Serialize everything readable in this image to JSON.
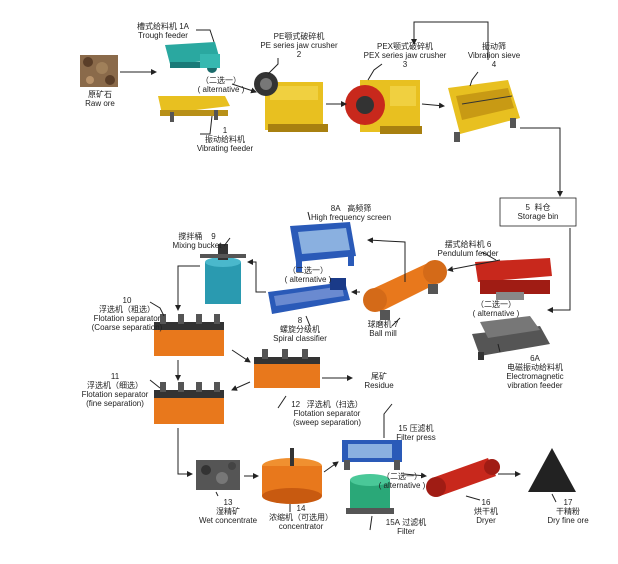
{
  "nodes": {
    "raw_ore": {
      "zh": "原矿石",
      "en": "Raw ore"
    },
    "trough_feeder": {
      "num": "1A",
      "zh": "槽式给料机",
      "en": "Trough feeder"
    },
    "alt1": {
      "text": "（二选一）",
      "en": "( alternative )"
    },
    "vibrating_feeder": {
      "num": "1",
      "zh": "振动给料机",
      "en": "Vibrating feeder"
    },
    "pe_crusher": {
      "num": "2",
      "zh": "PE颚式破碎机",
      "en": "PE series jaw crusher"
    },
    "pex_crusher": {
      "num": "3",
      "zh": "PEX颚式破碎机",
      "en": "PEX series jaw crusher"
    },
    "vibration_sieve": {
      "num": "4",
      "zh": "振动筛",
      "en": "Vibration sieve"
    },
    "storage_bin": {
      "num": "5",
      "zh": "料仓",
      "en": "Storage bin"
    },
    "pendulum_feeder": {
      "num": "6",
      "zh": "摆式给料机",
      "en": "Pendulum feeder"
    },
    "alt2": {
      "text": "（二选一）",
      "en": "( alternative )"
    },
    "em_feeder": {
      "num": "6A",
      "zh": "电磁振动给料机",
      "en1": "Electromagnetic",
      "en2": "vibration feeder"
    },
    "ball_mill": {
      "num": "7",
      "zh": "球磨机",
      "en": "Ball mill"
    },
    "hf_screen": {
      "num": "8A",
      "zh": "高频筛",
      "en": "High frequency screen"
    },
    "alt3": {
      "text": "（二选一）",
      "en": "( alternative )"
    },
    "spiral_classifier": {
      "num": "8",
      "zh": "螺旋分级机",
      "en": "Spiral classifier"
    },
    "mixing_bucket": {
      "num": "9",
      "zh": "搅拌桶",
      "en": "Mixing bucket"
    },
    "flot_coarse": {
      "num": "10",
      "zh": "浮选机（粗选）",
      "en1": "Flotation separator",
      "en2": "(Coarse separation)"
    },
    "flot_fine": {
      "num": "11",
      "zh": "浮选机（细选）",
      "en1": "Flotation separator",
      "en2": "(fine separation)"
    },
    "flot_sweep": {
      "num": "12",
      "zh": "浮选机（扫选）",
      "en1": "Flotation separator",
      "en2": "(sweep separation)"
    },
    "residue": {
      "zh": "尾矿",
      "en": "Residue"
    },
    "wet_concentrate": {
      "num": "13",
      "zh": "湿精矿",
      "en": "Wet concentrate"
    },
    "concentrator": {
      "num": "14",
      "zh": "浓缩机（可选用）",
      "en": "concentrator"
    },
    "filter_press": {
      "num": "15",
      "zh": "压滤机",
      "en": "Filter press"
    },
    "alt4": {
      "text": "（二选一）",
      "en": "( alternative )"
    },
    "filter": {
      "num": "15A",
      "zh": "过滤机",
      "en": "Filter"
    },
    "dryer": {
      "num": "16",
      "zh": "烘干机",
      "en": "Dryer"
    },
    "dry_fine_ore": {
      "num": "17",
      "zh": "干精粉",
      "en": "Dry fine ore"
    }
  },
  "colors": {
    "yellow": "#e8c020",
    "orange": "#e8781c",
    "red": "#c8281c",
    "teal": "#2a9ab0",
    "blue": "#2a5ab8",
    "gray": "#6a6a6a",
    "dark": "#333333"
  }
}
